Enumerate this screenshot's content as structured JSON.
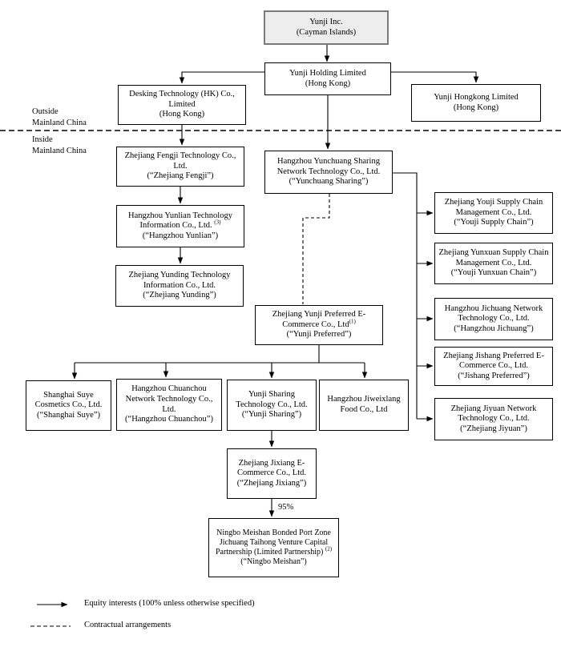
{
  "boxes": {
    "yunji_inc": {
      "name": "Yunji Inc.",
      "sub": "(Cayman Islands)"
    },
    "yunji_holding": {
      "name": "Yunji Holding Limited",
      "sub": "(Hong Kong)"
    },
    "desking": {
      "name": "Desking Technology (HK) Co., Limited",
      "sub": "(Hong Kong)"
    },
    "yunji_hongkong": {
      "name": "Yunji Hongkong Limited",
      "sub": "(Hong Kong)"
    },
    "fengji": {
      "name": "Zhejiang Fengji Technology Co., Ltd.",
      "sub": "(“Zhejiang Fengji”)"
    },
    "yunlian": {
      "name": "Hangzhou Yunlian Technology Information Co., Ltd.",
      "sup": "(3)",
      "sub": "(“Hangzhou Yunlian”)"
    },
    "yunding": {
      "name": "Zhejiang Yunding Technology Information Co., Ltd.",
      "sub": "(“Zhejiang Yunding”)"
    },
    "yunchuang": {
      "name": "Hangzhou Yunchuang Sharing Network Technology Co., Ltd.",
      "sub": "(“Yunchuang Sharing”)"
    },
    "youji_supply": {
      "name": "Zhejiang Youji Supply Chain Management Co., Ltd.",
      "sub": "(“Youji Supply Chain”)"
    },
    "yunxuan": {
      "name": "Zhejiang Yunxuan Supply Chain Management Co., Ltd.",
      "sub": "(“Youji Yunxuan Chain”)"
    },
    "jichuang": {
      "name": "Hangzhou Jichuang Network Technology Co., Ltd.",
      "sub": "(“Hangzhou Jichuang”)"
    },
    "jishang": {
      "name": "Zhejiang Jishang Preferred E-Commerce Co., Ltd.",
      "sub": "(“Jishang Preferred”)"
    },
    "jiyuan": {
      "name": "Zhejiang Jiyuan Network Technology Co., Ltd.",
      "sub": "(“Zhejiang Jiyuan”)"
    },
    "yunji_preferred": {
      "name": "Zhejiang Yunji Preferred E-Commerce Co., Ltd",
      "sup": "(1)",
      "sub": "(“Yunji Preferred”)"
    },
    "shanghai_suye": {
      "name": "Shanghai Suye Cosmetics Co., Ltd.",
      "sub": "(“Shanghai Suye”)"
    },
    "chuanchou": {
      "name": "Hangzhou Chuanchou Network Technology Co., Ltd.",
      "sub": "(“Hangzhou Chuanchou”)"
    },
    "yunji_sharing": {
      "name": "Yunji Sharing Technology Co., Ltd.",
      "sub": "(“Yunji Sharing”)"
    },
    "jiweixlang": {
      "name": "Hangzhou Jiweixlang Food Co., Ltd",
      "sub": ""
    },
    "jixiang": {
      "name": "Zhejiang Jixiang E-Commerce Co., Ltd.",
      "sub": "(“Zhejiang Jixiang”)"
    },
    "ningbo": {
      "name": "Ningbo Meishan Bonded Port Zone Jichuang Taihong Venture Capital Partnership (Limited Partnership)",
      "sup": "(2)",
      "sub": "(“Ningbo Meishan”)"
    }
  },
  "labels": {
    "outside": "Outside\nMainland China",
    "inside": "Inside\nMainland China",
    "ownership_95": "95%"
  },
  "legend": {
    "equity": "Equity interests (100% unless otherwise specified)",
    "contractual": "Contractual arrangements"
  },
  "colors": {
    "line": "#000000",
    "box_border": "#000000",
    "parent_fill": "#ededed",
    "parent_border": "#7a7a7a"
  }
}
